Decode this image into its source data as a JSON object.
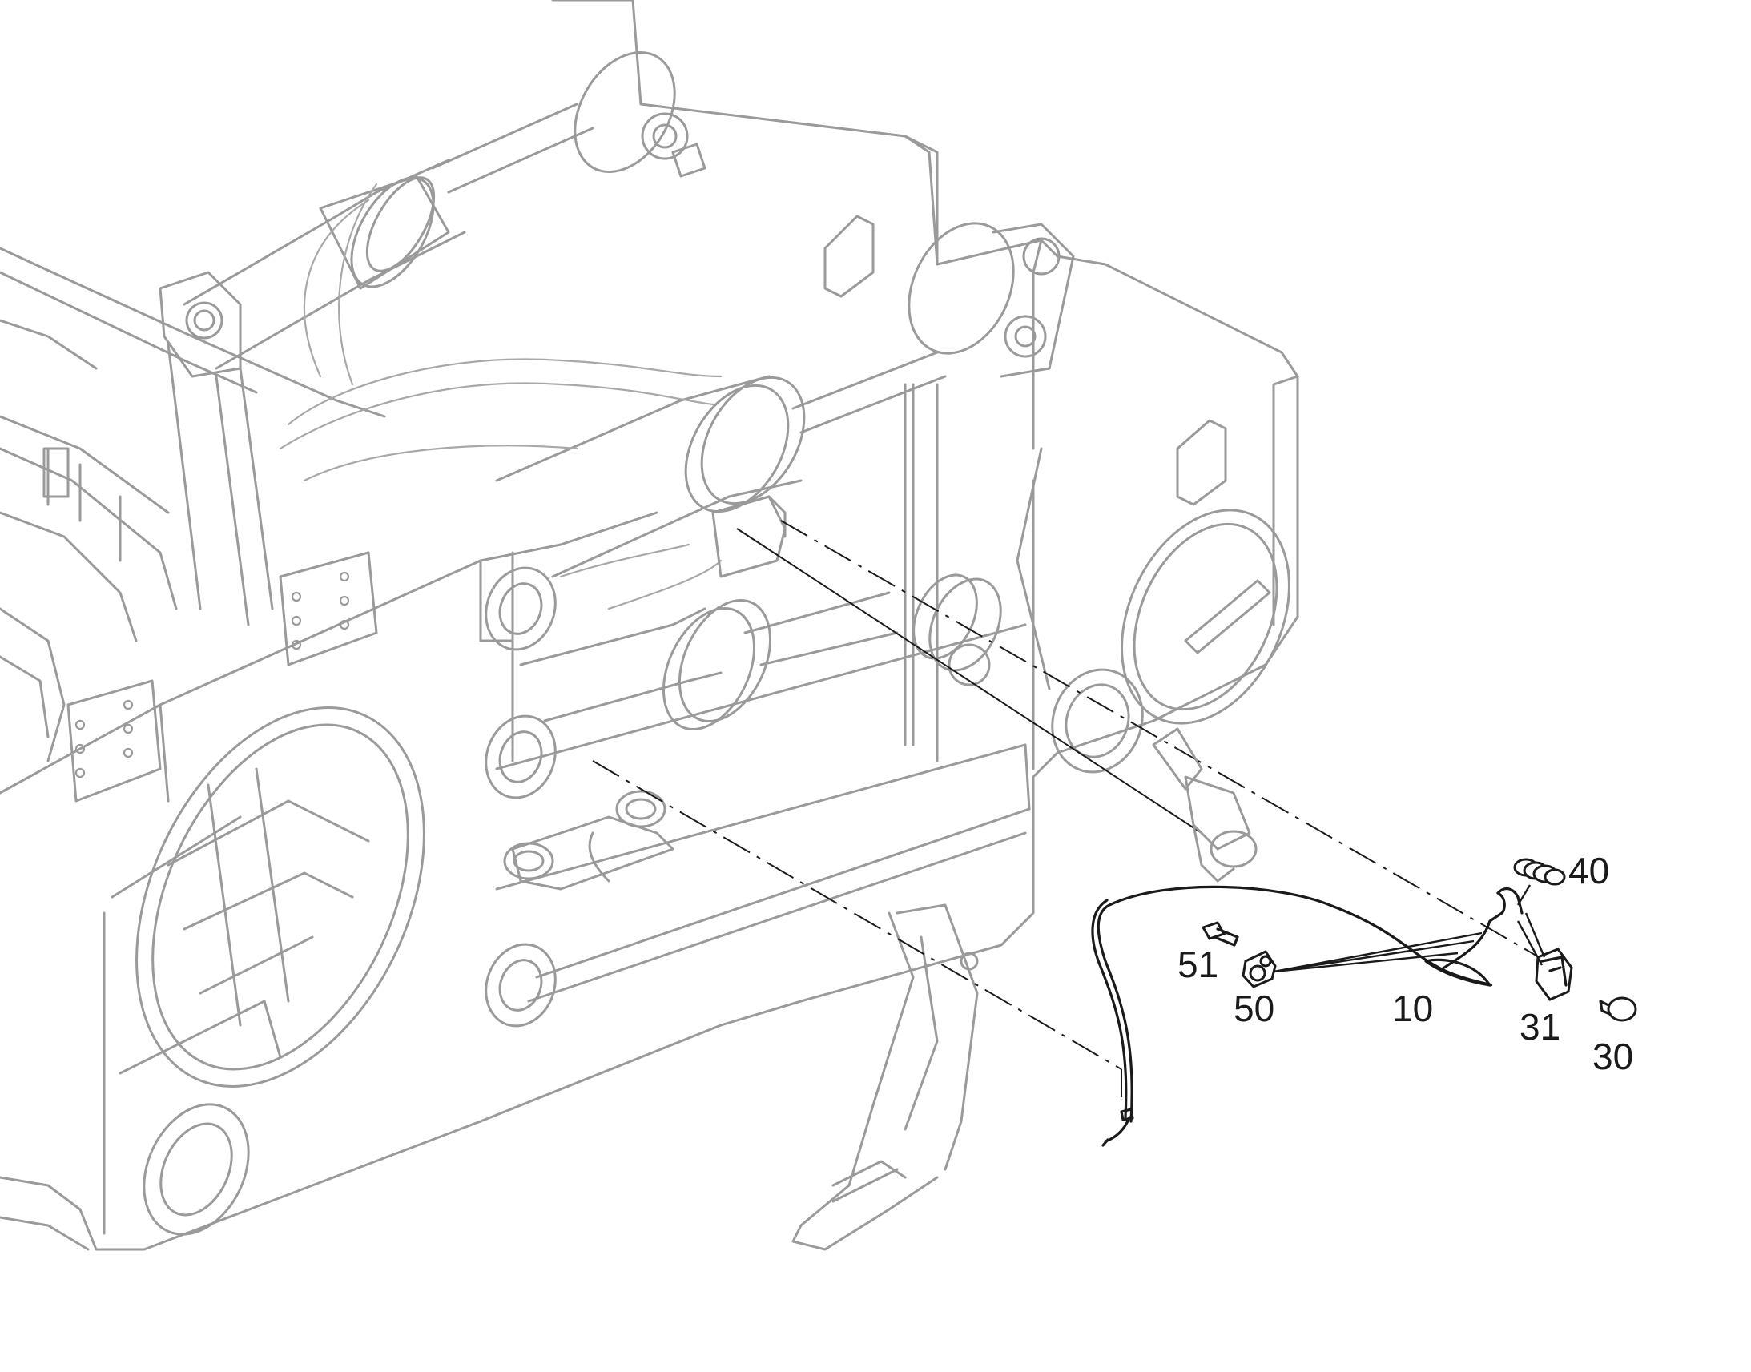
{
  "callouts": {
    "c10": "10",
    "c30": "30",
    "c31": "31",
    "c40": "40",
    "c50": "50",
    "c51": "51"
  },
  "colors": {
    "background": "#ffffff",
    "ghost_lines": "#9a9a9a",
    "part_lines": "#1a1a1a"
  }
}
